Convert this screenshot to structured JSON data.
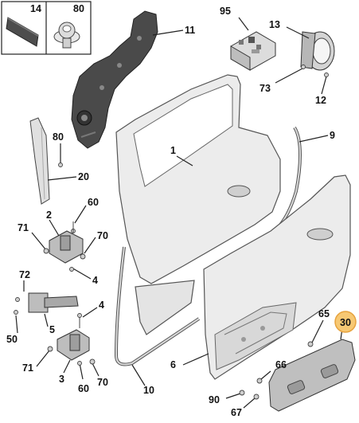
{
  "inset_labels": {
    "left": "14",
    "right": "80"
  },
  "labels": {
    "l95": "95",
    "l13": "13",
    "l11": "11",
    "l73": "73",
    "l12": "12",
    "l1": "1",
    "l9": "9",
    "l80": "80",
    "l20": "20",
    "l60a": "60",
    "l2": "2",
    "l71a": "71",
    "l70a": "70",
    "l4a": "4",
    "l72": "72",
    "l4b": "4",
    "l5": "5",
    "l50": "50",
    "l71b": "71",
    "l3": "3",
    "l60b": "60",
    "l70b": "70",
    "l10": "10",
    "l6": "6",
    "l65": "65",
    "l30": "30",
    "l66": "66",
    "l90": "90",
    "l67": "67"
  },
  "colors": {
    "highlight": "#f7c873",
    "highlight_border": "#e7a33e"
  }
}
